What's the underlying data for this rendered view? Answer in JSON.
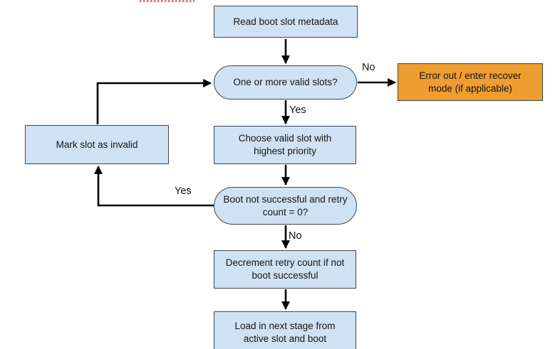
{
  "colors": {
    "node_fill": "#cfe2f3",
    "node_border": "#40464f",
    "error_fill": "#ee9d31",
    "arrow": "#000000",
    "scribble_red": "#e5726a",
    "background": "#ffffff"
  },
  "flowchart": {
    "nodes": [
      {
        "id": "read-boot-slot-metadata",
        "shape": "process",
        "label": "Read boot slot metadata"
      },
      {
        "id": "valid-slots-decision",
        "shape": "decision",
        "label": "One or more valid slots?"
      },
      {
        "id": "error-recover-mode",
        "shape": "process",
        "label": "Error out / enter recover mode (if applicable)"
      },
      {
        "id": "mark-slot-invalid",
        "shape": "process",
        "label": "Mark slot as invalid"
      },
      {
        "id": "choose-valid-slot",
        "shape": "process",
        "label": "Choose valid slot with highest priority"
      },
      {
        "id": "boot-retry-decision",
        "shape": "decision",
        "label": "Boot not successful and retry count = 0?"
      },
      {
        "id": "decrement-retry-count",
        "shape": "process",
        "label": "Decrement retry count if not boot successful"
      },
      {
        "id": "load-next-stage",
        "shape": "process",
        "label": "Load in next stage from active slot and boot"
      }
    ],
    "edge_labels": [
      {
        "id": "no-to-error",
        "text": "No"
      },
      {
        "id": "yes-to-choose",
        "text": "Yes"
      },
      {
        "id": "yes-to-mark",
        "text": "Yes"
      },
      {
        "id": "no-to-decrement",
        "text": "No"
      }
    ]
  }
}
